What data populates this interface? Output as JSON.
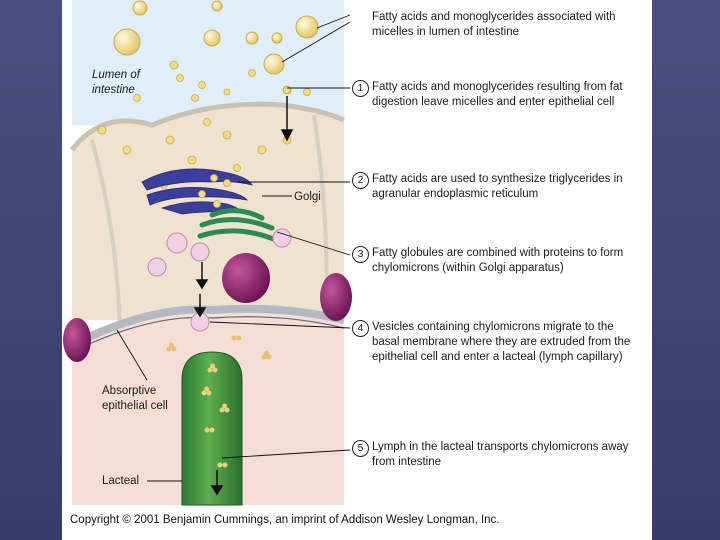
{
  "labels": {
    "lumen": "Lumen of intestine",
    "golgi": "Golgi",
    "absorptive": "Absorptive epithelial cell",
    "lacteal": "Lacteal"
  },
  "top_note": "Fatty acids and monoglycerides associated with micelles in lumen of intestine",
  "steps": [
    {
      "num": "1",
      "text": "Fatty acids and monoglycerides resulting from fat digestion leave micelles and enter epithelial cell"
    },
    {
      "num": "2",
      "text": "Fatty acids are used to synthesize triglycerides in agranular endoplasmic reticulum"
    },
    {
      "num": "3",
      "text": "Fatty globules are combined with proteins to form chylomicrons (within Golgi apparatus)"
    },
    {
      "num": "4",
      "text": "Vesicles containing chylomicrons migrate to the basal membrane where they are extruded from the epithelial cell and enter a lacteal (lymph capillary)"
    },
    {
      "num": "5",
      "text": "Lymph in the lacteal transports chylomicrons away from intestine"
    }
  ],
  "copyright": "Copyright © 2001 Benjamin Cummings, an imprint of Addison Wesley Longman, Inc."
}
